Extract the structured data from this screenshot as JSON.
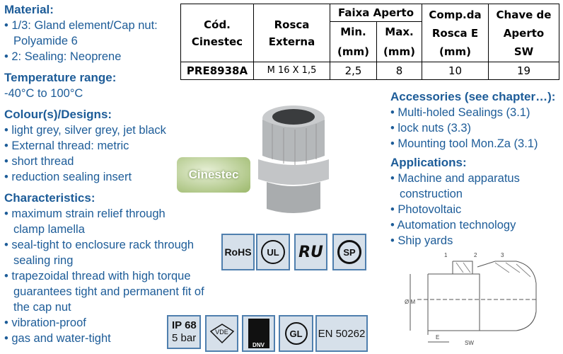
{
  "left": {
    "material": {
      "title": "Material:",
      "items": [
        "1/3: Gland element/Cap nut:",
        "Polyamide 6",
        "2: Sealing: Neoprene"
      ]
    },
    "temperature": {
      "title": "Temperature range:",
      "value": "-40°C to 100°C"
    },
    "colours": {
      "title": "Colour(s)/Designs:",
      "items": [
        "light grey, silver grey, jet black",
        "External thread: metric",
        "short thread",
        "reduction sealing insert"
      ]
    },
    "characteristics": {
      "title": "Characteristics:",
      "items": [
        "maximum strain relief through",
        "clamp lamella",
        "seal-tight to enclosure rack through",
        "sealing ring",
        "trapezoidal thread with high torque",
        "guarantees tight and permanent fit of",
        "the cap nut",
        "vibration-proof",
        "gas and water-tight"
      ]
    }
  },
  "table": {
    "headers": {
      "code": [
        "Cód.",
        "Cinestec"
      ],
      "thread": [
        "Rosca",
        "Externa"
      ],
      "range": "Faixa Aperto",
      "min": [
        "Min.",
        "(mm)"
      ],
      "max": [
        "Max.",
        "(mm)"
      ],
      "length": [
        "Comp.da",
        "Rosca E",
        "(mm)"
      ],
      "key": [
        "Chave de",
        "Aperto",
        "SW"
      ]
    },
    "row": {
      "code": "PRE8938A",
      "thread": "M 16 X 1,5",
      "min": "2,5",
      "max": "8",
      "length": "10",
      "key": "19"
    }
  },
  "right": {
    "accessories": {
      "title": "Accessories (see chapter…):",
      "items": [
        "Multi-holed Sealings (3.1)",
        "lock nuts (3.3)",
        "Mounting tool Mon.Za (3.1)"
      ]
    },
    "applications": {
      "title": "Applications:",
      "items": [
        "Machine and apparatus",
        "construction",
        "Photovoltaic",
        "Automation technology",
        "Ship yards"
      ]
    }
  },
  "logo": "Cinestec",
  "badges": {
    "rohs": "RoHS",
    "ul": "UL",
    "ru": "RU",
    "csa": "SP",
    "ip": "IP 68",
    "ip_sub": "5 bar",
    "vde": "VDE",
    "dnv": "DNV",
    "gl": "GL",
    "en": "EN 50262"
  },
  "drawing": {
    "l1": "1",
    "l2": "2",
    "l3": "3",
    "dia": "Ø M",
    "e": "E",
    "sw": "SW"
  }
}
